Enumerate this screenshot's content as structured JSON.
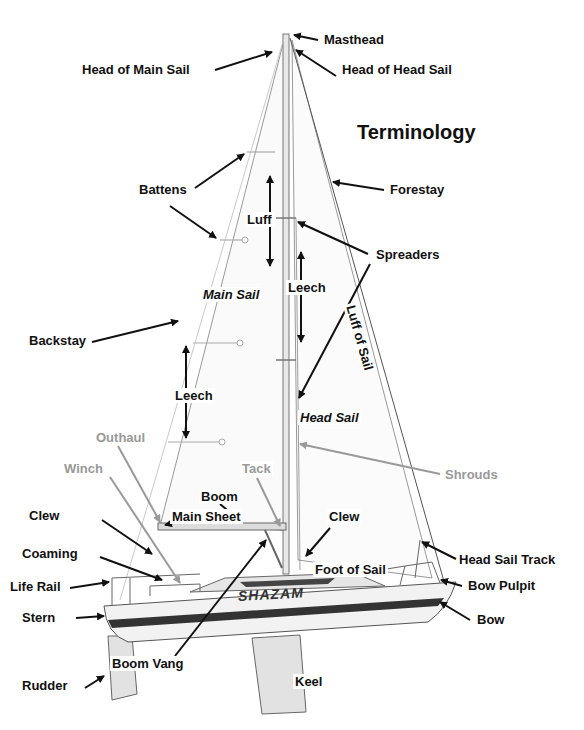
{
  "diagram": {
    "title": "Terminology",
    "labels": [
      "Masthead",
      "Head of Main Sail",
      "Head of Head Sail",
      "Battens",
      "Forestay",
      "Luff",
      "Spreaders",
      "Leech",
      "Main Sail",
      "Luff of Sail",
      "Backstay",
      "Leech",
      "Head Sail",
      "Outhaul",
      "Shrouds",
      "Winch",
      "Tack",
      "Boom",
      "Main Sheet",
      "Clew",
      "Clew",
      "Coaming",
      "Foot of Sail",
      "Head Sail Track",
      "Life Rail",
      "Bow Pulpit",
      "SHAZAM",
      "Stern",
      "Bow",
      "Boom Vang",
      "Rudder",
      "Keel"
    ]
  }
}
